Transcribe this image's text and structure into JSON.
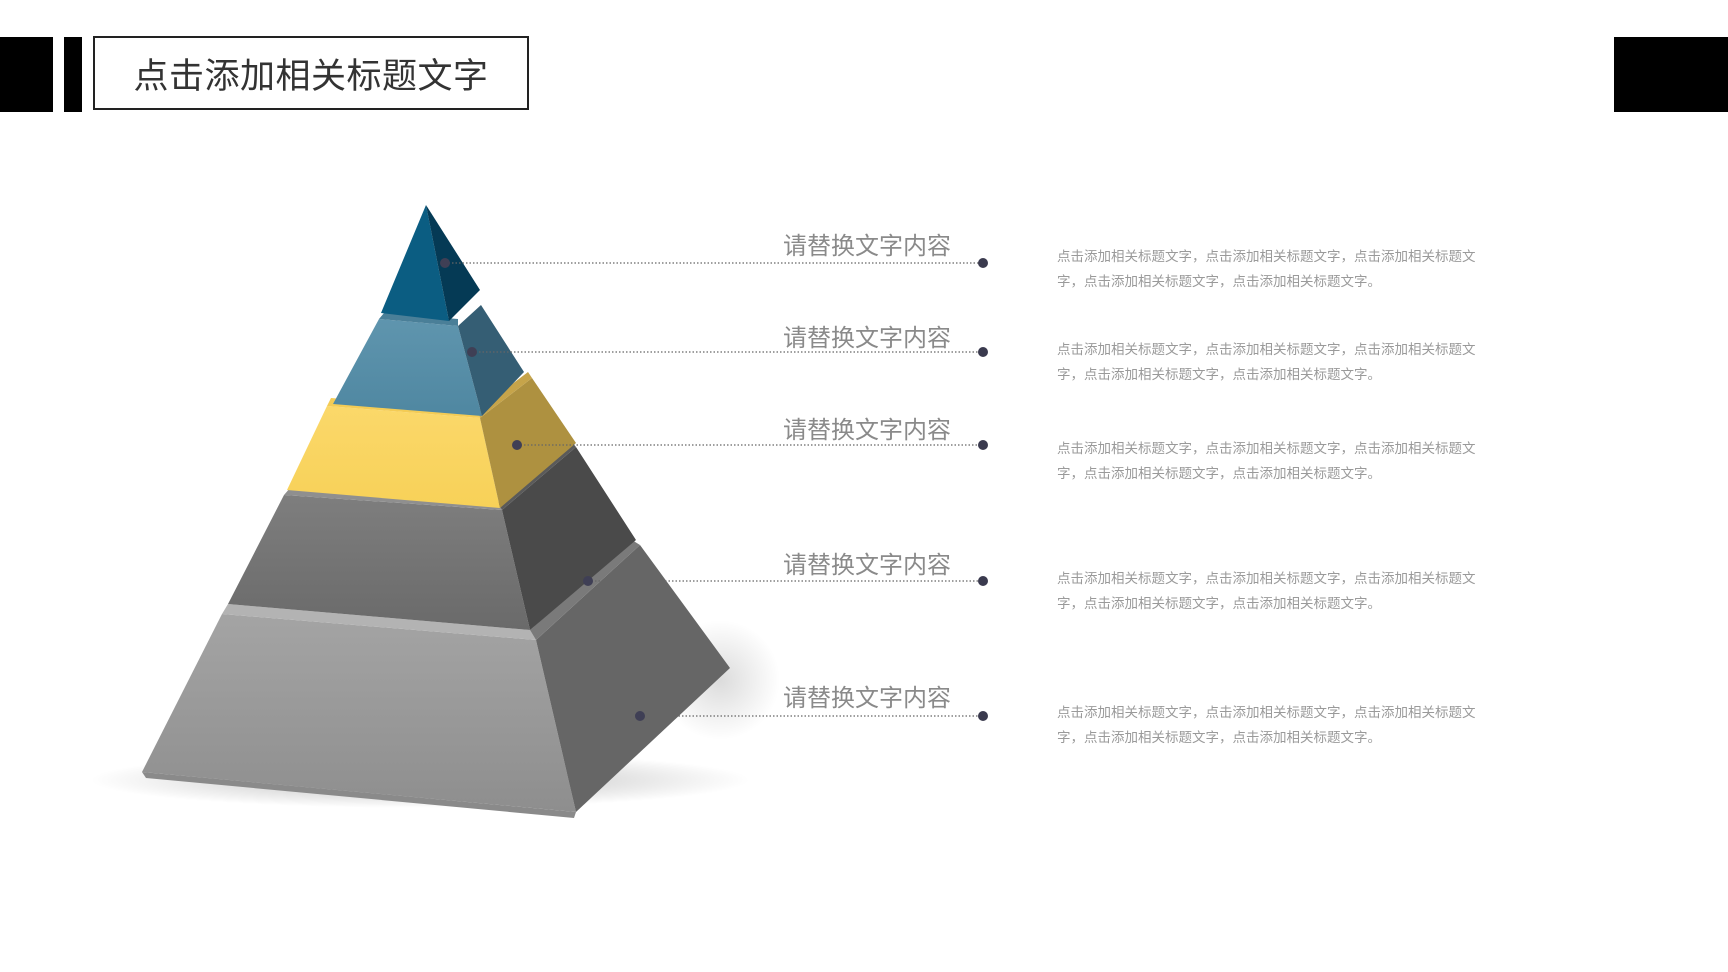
{
  "header": {
    "title": "点击添加相关标题文字"
  },
  "levels": [
    {
      "label": "请替换文字内容",
      "description": "点击添加相关标题文字，点击添加相关标题文字，点击添加相关标题文字，点击添加相关标题文字，点击添加相关标题文字。",
      "color": "#0b5d82"
    },
    {
      "label": "请替换文字内容",
      "description": "点击添加相关标题文字，点击添加相关标题文字，点击添加相关标题文字，点击添加相关标题文字，点击添加相关标题文字。",
      "color": "#5b8ea8"
    },
    {
      "label": "请替换文字内容",
      "description": "点击添加相关标题文字，点击添加相关标题文字，点击添加相关标题文字，点击添加相关标题文字，点击添加相关标题文字。",
      "color": "#fbd45a"
    },
    {
      "label": "请替换文字内容",
      "description": "点击添加相关标题文字，点击添加相关标题文字，点击添加相关标题文字，点击添加相关标题文字，点击添加相关标题文字。",
      "color": "#707070"
    },
    {
      "label": "请替换文字内容",
      "description": "点击添加相关标题文字，点击添加相关标题文字，点击添加相关标题文字，点击添加相关标题文字，点击添加相关标题文字。",
      "color": "#9c9c9c"
    }
  ]
}
